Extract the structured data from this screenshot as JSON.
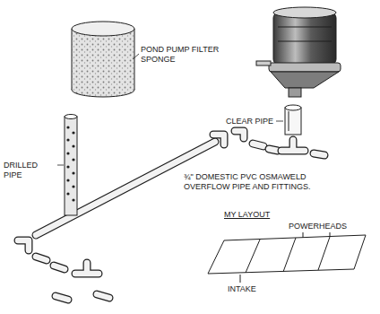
{
  "diagram": {
    "labels": [
      "POND PUMP FILTER SPONGE",
      "CLEAR PIPE",
      "DRILLED PIPE",
      "¾\" DOMESTIC PVC OSMAWELD OVERFLOW PIPE AND FITTINGS.",
      "MY LAYOUT",
      "POWERHEADS",
      "INTAKE"
    ]
  }
}
